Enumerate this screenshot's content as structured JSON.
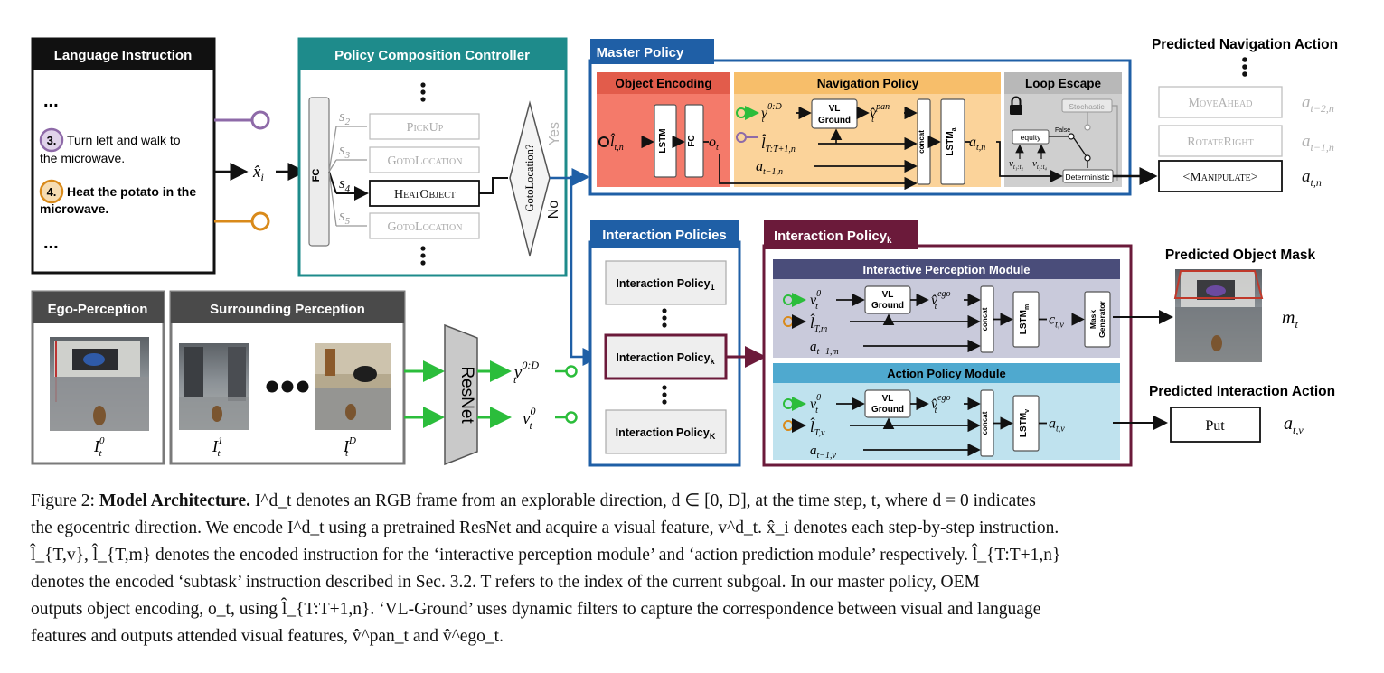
{
  "language_instruction": {
    "title": "Language Instruction",
    "ellipsis_top": "...",
    "step3_num": "3.",
    "step3_text": "Turn left and walk to the microwave.",
    "step3_line1": "Turn left and walk to",
    "step3_line2": "the microwave.",
    "step4_num": "4.",
    "step4_line1": "Heat the potato in the",
    "step4_line2": "microwave.",
    "ellipsis_bottom": "..."
  },
  "xi_label": "x̂",
  "xi_sub": "i",
  "controller": {
    "title": "Policy Composition Controller",
    "fc": "FC",
    "subgoals": [
      {
        "s": "s",
        "sub": "2",
        "label": "PickUp",
        "active": false
      },
      {
        "s": "s",
        "sub": "3",
        "label": "GotoLocation",
        "active": false
      },
      {
        "s": "s",
        "sub": "4",
        "label": "HeatObject",
        "active": true
      },
      {
        "s": "s",
        "sub": "5",
        "label": "GotoLocation",
        "active": false
      }
    ],
    "decision": "GotoLocation?",
    "yes": "Yes",
    "no": "No"
  },
  "master_policy": {
    "title": "Master Policy",
    "object_encoding": {
      "title": "Object Encoding",
      "lstm": "LSTM",
      "fc": "FC",
      "input": "l̂",
      "input_sub": "t,n",
      "output": "o",
      "output_sub": "t"
    },
    "navigation_policy": {
      "title": "Navigation Policy",
      "vl_ground_1": "VL",
      "vl_ground_2": "Ground",
      "concat": "concat",
      "lstm": "LSTM",
      "lstm_sub": "a",
      "v_in": "v",
      "v_in_sup": "0:D",
      "v_in_sub": "t",
      "v_out": "v̂",
      "v_out_sup": "pan",
      "v_out_sub": "t",
      "l_in": "l̂",
      "l_in_sub": "T:T+1,n",
      "a_in": "a",
      "a_in_sub": "t−1,n",
      "a_out": "a",
      "a_out_sub": "t,n"
    },
    "loop_escape": {
      "title": "Loop Escape",
      "stochastic": "Stochastic",
      "equity": "equity",
      "false": "False",
      "deterministic": "Deterministic",
      "v_a": "v",
      "v_a_sub": "t₁:t₂",
      "v_b": "v",
      "v_b_sub": "t₃:t₄"
    }
  },
  "navigation_actions": {
    "title": "Predicted Navigation Action",
    "items": [
      {
        "label": "MoveAhead",
        "a": "a",
        "sub": "t−2,n",
        "faded": true
      },
      {
        "label": "RotateRight",
        "a": "a",
        "sub": "t−1,n",
        "faded": true
      },
      {
        "label": "<Manipulate>",
        "a": "a",
        "sub": "t,n",
        "faded": false
      }
    ]
  },
  "interaction_policies": {
    "title": "Interaction Policies",
    "items": [
      {
        "label": "Interaction Policy",
        "sub": "1"
      },
      {
        "label": "Interaction Policy",
        "sub": "k"
      },
      {
        "label": "Interaction Policy",
        "sub": "K"
      }
    ]
  },
  "interaction_policy_k": {
    "title": "Interaction Policy",
    "title_sub": "k",
    "perception": {
      "title": "Interactive Perception Module",
      "vl_ground_1": "VL",
      "vl_ground_2": "Ground",
      "concat": "concat",
      "lstm": "LSTM",
      "lstm_sub": "m",
      "mask_1": "Mask",
      "mask_2": "Generator",
      "v_in": "v",
      "v_in_sup": "0",
      "v_in_sub": "t",
      "v_out": "v̂",
      "v_out_sup": "ego",
      "v_out_sub": "t",
      "l_in": "l̂",
      "l_in_sub": "T,m",
      "a_in": "a",
      "a_in_sub": "t−1,m",
      "c_out": "c",
      "c_out_sub": "t,v"
    },
    "action": {
      "title": "Action Policy Module",
      "vl_ground_1": "VL",
      "vl_ground_2": "Ground",
      "concat": "concat",
      "lstm": "LSTM",
      "lstm_sub": "v",
      "v_in": "v",
      "v_in_sup": "0",
      "v_in_sub": "t",
      "v_out": "v̂",
      "v_out_sup": "ego",
      "v_out_sub": "t",
      "l_in": "l̂",
      "l_in_sub": "T,v",
      "a_in": "a",
      "a_in_sub": "t−1,v",
      "a_out": "a",
      "a_out_sub": "t,v"
    }
  },
  "mask_output": {
    "title": "Predicted Object Mask",
    "m": "m",
    "m_sub": "t"
  },
  "interaction_output": {
    "title": "Predicted Interaction Action",
    "label": "Put",
    "a": "a",
    "a_sub": "t,v"
  },
  "ego_perception": {
    "title": "Ego-Perception",
    "I": "I",
    "I_sup": "0",
    "I_sub": "t"
  },
  "surrounding_perception": {
    "title": "Surrounding Perception",
    "I1": "I",
    "I1_sup": "1",
    "I1_sub": "t",
    "ID": "I",
    "ID_sup": "D",
    "ID_sub": "t"
  },
  "resnet": {
    "label": "ResNet",
    "out1": "v",
    "out1_sup": "0:D",
    "out1_sub": "t",
    "out2": "v",
    "out2_sup": "0",
    "out2_sub": "t"
  },
  "colors": {
    "teal": "#1e8b8b",
    "blue": "#1f5fa6",
    "maroon": "#6b1a3a",
    "green": "#2bbd3b",
    "purple": "#8e6aa8",
    "orange": "#d98a1a",
    "dark_gray": "#4a4a4a",
    "salmon": "#f47a6a",
    "peach": "#fbd39a",
    "loop_gray": "#cfcfcf",
    "lavender": "#c9cadb",
    "light_blue": "#bfe2ee"
  },
  "caption": {
    "label": "Figure 2:",
    "bold": "Model Architecture.",
    "line1": "I^d_t denotes an RGB frame from an explorable direction, d ∈ [0, D], at the time step, t, where d = 0 indicates",
    "line2": "the egocentric direction. We encode I^d_t using a pretrained ResNet and acquire a visual feature, v^d_t. x̂_i denotes each step-by-step instruction.",
    "line3": "l̂_{T,v}, l̂_{T,m} denotes the encoded instruction for the ‘interactive perception module’ and ‘action prediction module’ respectively. l̂_{T:T+1,n}",
    "line4": "denotes the encoded ‘subtask’ instruction described in Sec. 3.2. T refers to the index of the current subgoal. In our master policy, OEM",
    "line5": "outputs object encoding, o_t, using l̂_{T:T+1,n}. ‘VL-Ground’ uses dynamic filters to capture the correspondence between visual and language",
    "line6": "features and outputs attended visual features, v̂^pan_t and v̂^ego_t."
  }
}
